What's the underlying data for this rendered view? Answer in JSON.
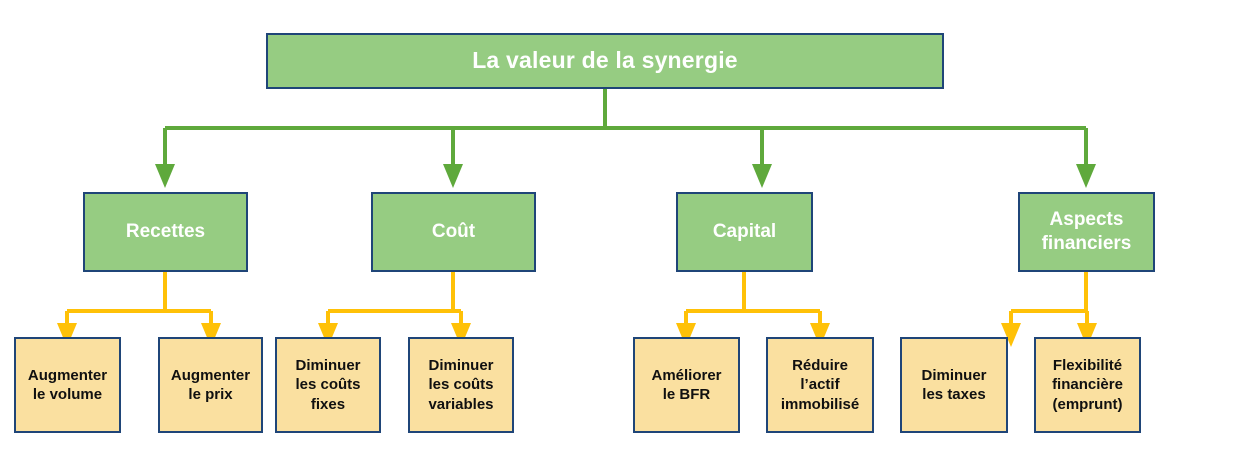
{
  "diagram": {
    "title": "La valeur de la synergie",
    "colors": {
      "green_fill": "#96CC82",
      "yellow_fill": "#FAE0A0",
      "box_border": "#1F4578",
      "green_connector": "#5FA93C",
      "yellow_connector": "#FFC107",
      "green_text": "#FFFFFF",
      "yellow_text": "#101010"
    },
    "root": {
      "label": "La valeur de la synergie"
    },
    "branches": [
      {
        "label": "Recettes",
        "children": [
          {
            "label": "Augmenter\nle volume"
          },
          {
            "label": "Augmenter\nle prix"
          }
        ]
      },
      {
        "label": "Coût",
        "children": [
          {
            "label": "Diminuer\nles coûts\nfixes"
          },
          {
            "label": "Diminuer\nles coûts\nvariables"
          }
        ]
      },
      {
        "label": "Capital",
        "children": [
          {
            "label": "Améliorer\nle BFR"
          },
          {
            "label": "Réduire\nl’actif\nimmobilisé"
          }
        ]
      },
      {
        "label": "Aspects\nfinanciers",
        "children": [
          {
            "label": "Diminuer\nles taxes"
          },
          {
            "label": "Flexibilité\nfinancière\n(emprunt)"
          }
        ]
      }
    ]
  }
}
